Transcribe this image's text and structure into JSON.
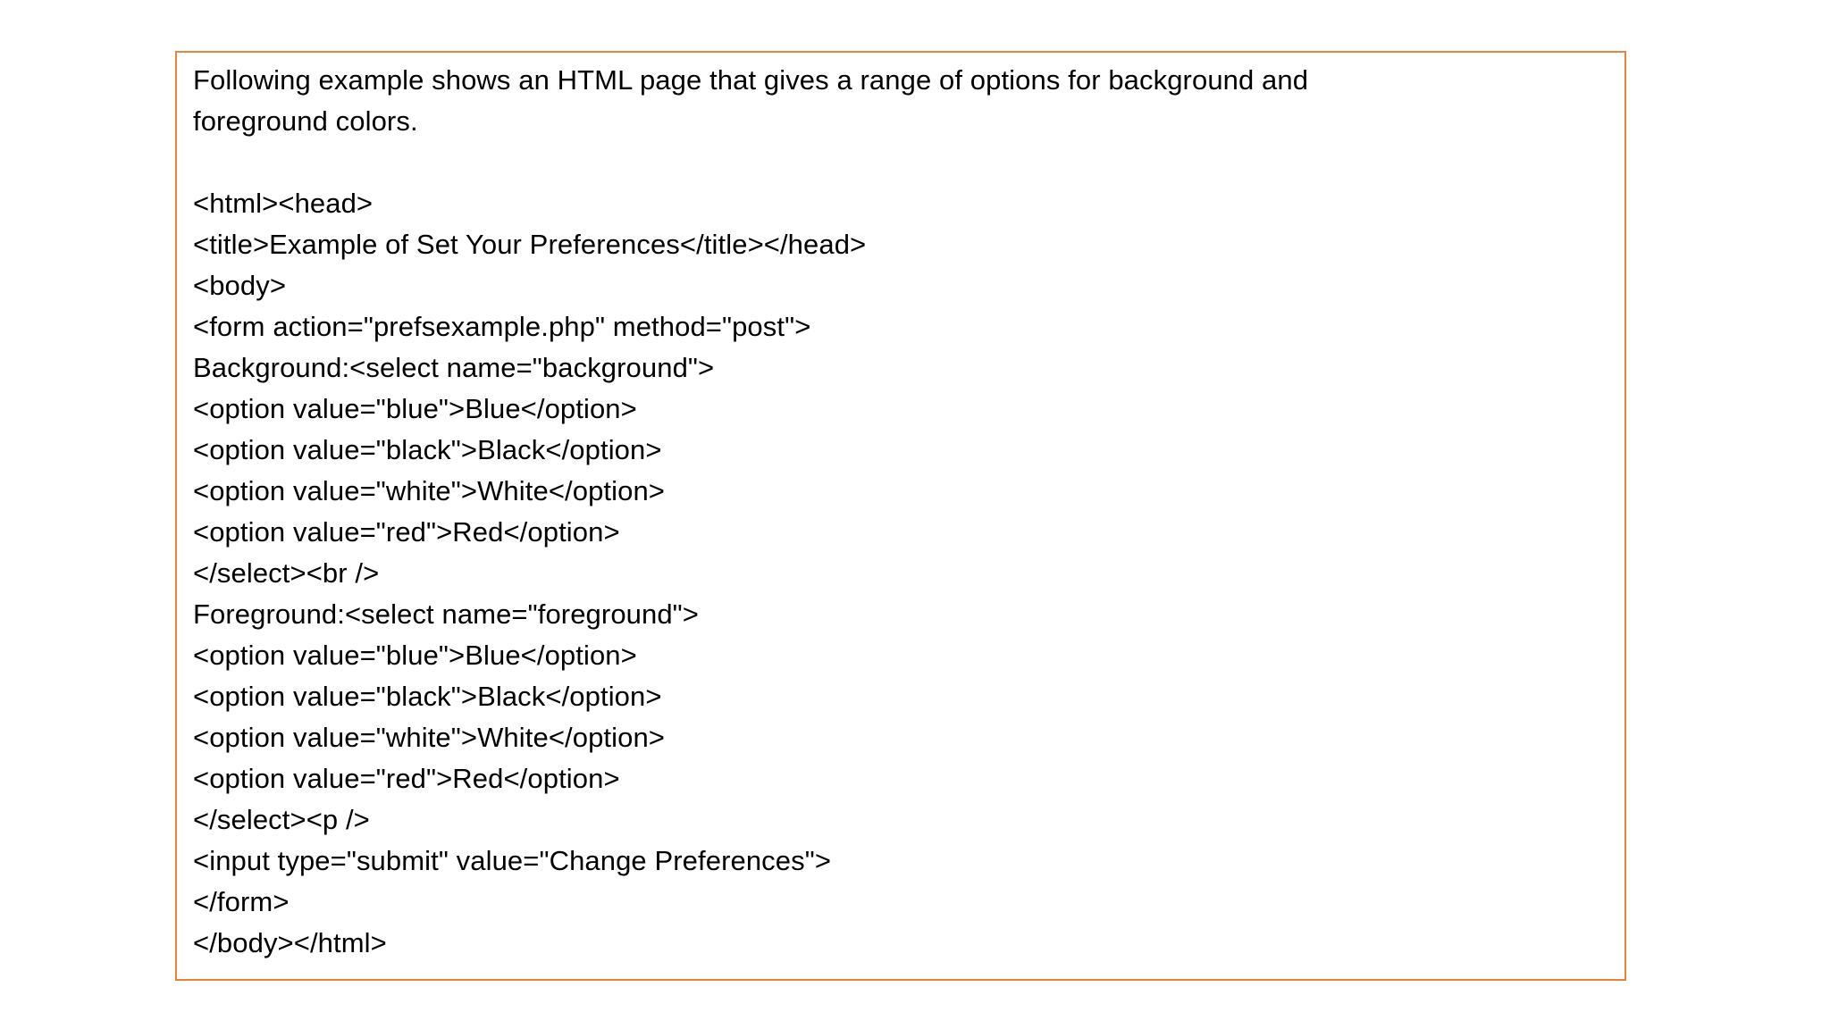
{
  "slide": {
    "background_color": "#FFFFFF",
    "box": {
      "border_color": "#E8833A",
      "fill_color": "#FFFFFF"
    },
    "intro_paragraph": "Following example shows an HTML page that gives a range of options for background and foreground colors.",
    "code_lines": [
      "<html><head>",
      "<title>Example of Set Your Preferences</title></head>",
      "<body>",
      "<form action=\"prefsexample.php\" method=\"post\">",
      "Background:<select name=\"background\">",
      "<option value=\"blue\">Blue</option>",
      "<option value=\"black\">Black</option>",
      "<option value=\"white\">White</option>",
      "<option value=\"red\">Red</option>",
      "</select><br />",
      "Foreground:<select name=\"foreground\">",
      "<option value=\"blue\">Blue</option>",
      "<option value=\"black\">Black</option>",
      "<option value=\"white\">White</option>",
      "<option value=\"red\">Red</option>",
      "</select><p />",
      "<input type=\"submit\" value=\"Change Preferences\">",
      "</form>",
      "</body></html>"
    ]
  }
}
